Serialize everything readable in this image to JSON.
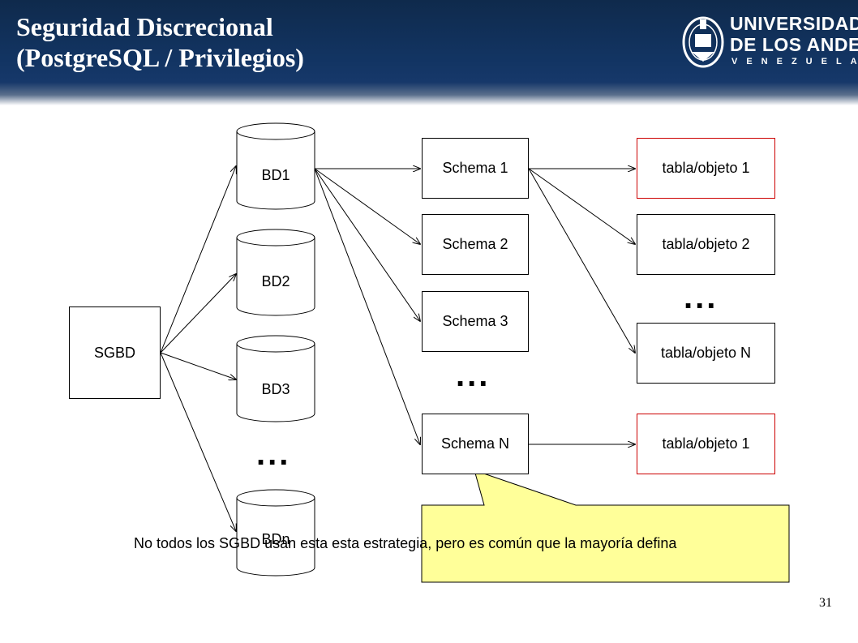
{
  "header": {
    "title_line1": "Seguridad Discrecional",
    "title_line2": "(PostgreSQL / Privilegios)"
  },
  "logo": {
    "line1": "UNIVERSIDAD",
    "line2": "DE LOS ANDES",
    "line3": "VENEZUELA"
  },
  "diagram": {
    "root": "SGBD",
    "databases": [
      "BD1",
      "BD2",
      "BD3",
      "BDn"
    ],
    "schemas": [
      "Schema 1",
      "Schema 2",
      "Schema 3",
      "Schema N"
    ],
    "objects": [
      "tabla/objeto 1",
      "tabla/objeto 2",
      "tabla/objeto N",
      "tabla/objeto 1"
    ],
    "ellipsis": "..."
  },
  "callout": {
    "text": "No todos los SGBD usan esta esta estrategia, pero es común que la mayoría defina"
  },
  "page_number": "31"
}
